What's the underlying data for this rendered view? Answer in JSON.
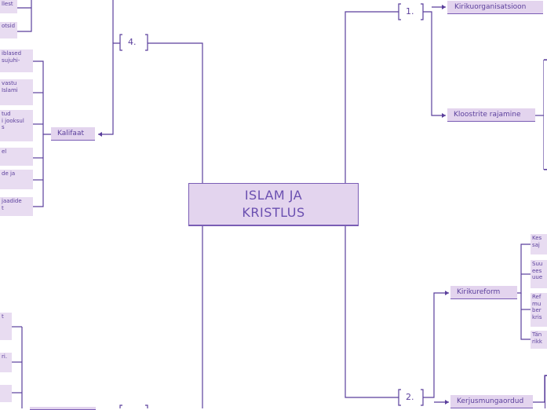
{
  "root": {
    "line1": "ISLAM JA",
    "line2": "KRISTLUS"
  },
  "topics": {
    "t1": "1.",
    "t2": "2.",
    "t4": "4."
  },
  "nodes": {
    "kirikuorganisatsioon": "Kirikuorganisatsioon",
    "kloostrite_rajamine": "Kloostrite rajamine",
    "kirikureform": "Kirikureform",
    "kerjusmungaordud": "Kerjusmungaordud",
    "kalifaat": "Kalifaat"
  },
  "left_leaves_top": [
    {
      "lines": [
        "llest"
      ]
    },
    {
      "lines": [
        "otsid"
      ]
    },
    {
      "lines": [
        "iblased",
        "sujuhi-"
      ]
    },
    {
      "lines": [
        "vastu",
        "Islami"
      ]
    },
    {
      "lines": [
        "tud",
        "i jooksul",
        "s"
      ]
    },
    {
      "lines": [
        "el"
      ]
    },
    {
      "lines": [
        "de ja"
      ]
    },
    {
      "lines": [
        "jaadide",
        "t"
      ]
    }
  ],
  "left_leaves_bottom": [
    {
      "lines": [
        "t"
      ]
    },
    {
      "lines": [
        "ri."
      ]
    },
    {
      "lines": [
        ""
      ]
    }
  ],
  "right_leaves": [
    {
      "lines": [
        "Kes",
        "saj"
      ]
    },
    {
      "lines": [
        "Suu",
        "ees",
        "uue"
      ]
    },
    {
      "lines": [
        "Ref",
        "mu",
        "ber",
        "kris"
      ]
    },
    {
      "lines": [
        "Tän",
        "rikk"
      ]
    }
  ],
  "colors": {
    "line": "#5b3f9c",
    "fill": "#e3d4ee",
    "background": "#ffffff"
  }
}
